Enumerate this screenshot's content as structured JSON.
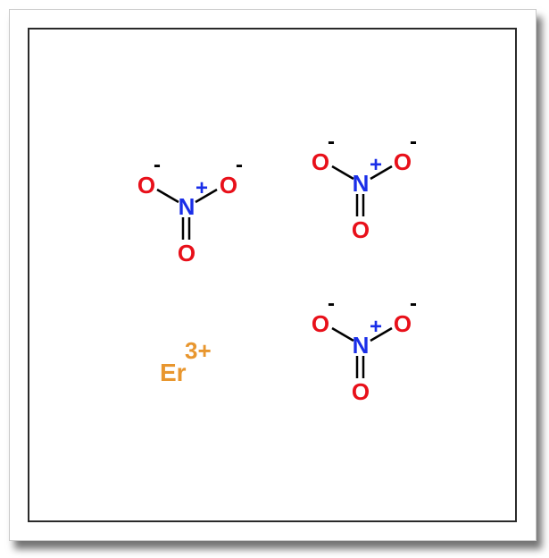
{
  "molecule": {
    "colors": {
      "oxygen": "#e8101a",
      "nitrogen": "#1a2ee8",
      "erbium": "#e8962e",
      "bond": "#000000"
    },
    "nitrates": [
      {
        "nitrogen": "N",
        "nitrogen_charge": "+",
        "oxygen_left": "O",
        "oxygen_left_charge": "-",
        "oxygen_right": "O",
        "oxygen_right_charge": "-",
        "oxygen_bottom": "O"
      },
      {
        "nitrogen": "N",
        "nitrogen_charge": "+",
        "oxygen_left": "O",
        "oxygen_left_charge": "-",
        "oxygen_right": "O",
        "oxygen_right_charge": "-",
        "oxygen_bottom": "O"
      },
      {
        "nitrogen": "N",
        "nitrogen_charge": "+",
        "oxygen_left": "O",
        "oxygen_left_charge": "-",
        "oxygen_right": "O",
        "oxygen_right_charge": "-",
        "oxygen_bottom": "O"
      }
    ],
    "metal": {
      "symbol": "Er",
      "charge": "3+"
    }
  }
}
